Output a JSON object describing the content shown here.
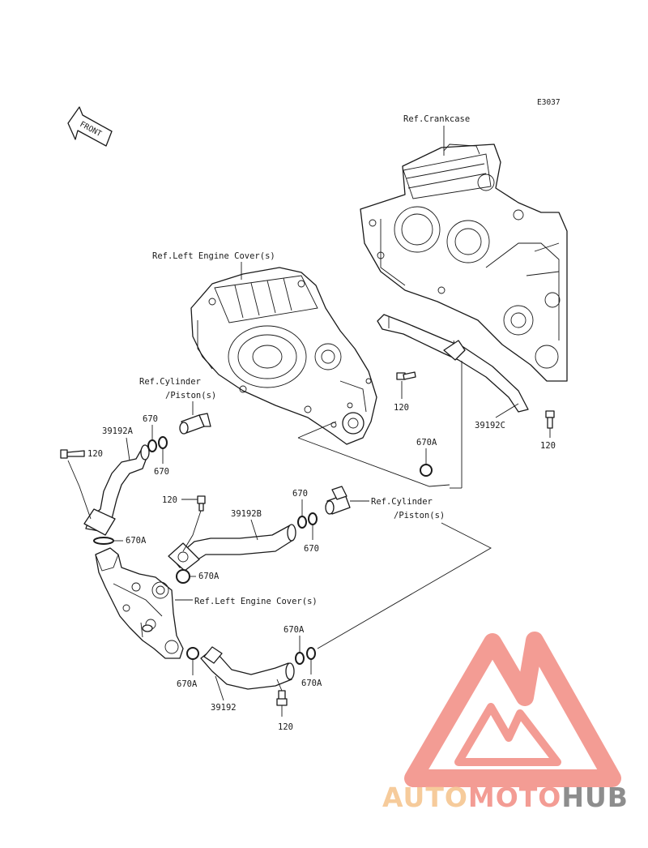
{
  "diagram_code": "E3037",
  "front_label": "FRONT",
  "refs": {
    "crankcase": "Ref.Crankcase",
    "left_engine_cover_top": "Ref.Left Engine Cover(s)",
    "cylinder_piston_1_line1": "Ref.Cylinder",
    "cylinder_piston_1_line2": "/Piston(s)",
    "cylinder_piston_2_line1": "Ref.Cylinder",
    "cylinder_piston_2_line2": "/Piston(s)",
    "left_engine_cover_bottom": "Ref.Left Engine Cover(s)"
  },
  "part_labels": {
    "p120_top_mid": "120",
    "p39192c": "39192C",
    "p120_top_right": "120",
    "p670a_mid": "670A",
    "p670_upper_a": "670",
    "p39192a": "39192A",
    "p670_upper_b": "670",
    "p120_left": "120",
    "p670a_left": "670A",
    "p120_center": "120",
    "p39192b": "39192B",
    "p670_mid_a": "670",
    "p670_mid_b": "670",
    "p670a_center": "670A",
    "p670a_lower_right_a": "670A",
    "p670a_lower_left": "670A",
    "p670a_lower_right_b": "670A",
    "p39192": "39192",
    "p120_bottom": "120"
  },
  "watermark": {
    "part1": "AUTO",
    "part2": "MOTO",
    "part3": "HUB",
    "color1": "#f5c28a",
    "color2": "#f28b82",
    "color3": "#7a7a7a",
    "logo_color": "#f28b82"
  }
}
